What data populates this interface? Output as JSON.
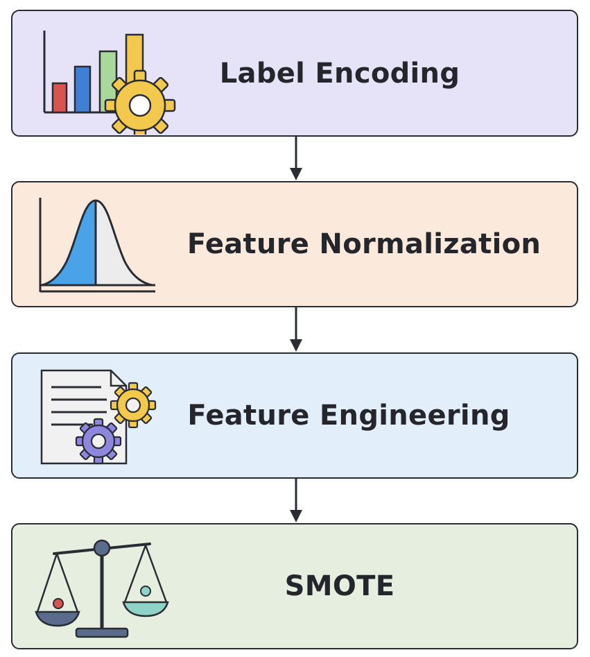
{
  "stages": [
    {
      "label": "Label Encoding",
      "icon": "bar-chart-gear-icon",
      "fill": "#e6e3f8"
    },
    {
      "label": "Feature Normalization",
      "icon": "bell-curve-icon",
      "fill": "#fbe9dc"
    },
    {
      "label": "Feature Engineering",
      "icon": "document-gears-icon",
      "fill": "#e2effb"
    },
    {
      "label": "SMOTE",
      "icon": "balance-scale-icon",
      "fill": "#e5eedf"
    }
  ],
  "colors": {
    "outline": "#2a2c33",
    "bar_red": "#d9534f",
    "bar_blue": "#3f7fd6",
    "bar_green": "#a9d99a",
    "gear_yellow": "#f2c94c",
    "curve_blue": "#4aa3e8",
    "gear_purple": "#8f86dd",
    "scale_teal": "#8dd3c7",
    "scale_slate": "#5a6b8c"
  }
}
